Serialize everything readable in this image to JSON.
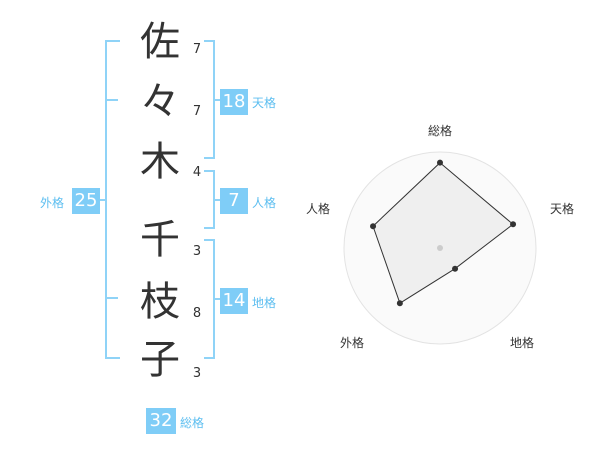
{
  "name_chars": [
    {
      "char": "佐",
      "strokes": "7"
    },
    {
      "char": "々",
      "strokes": "7"
    },
    {
      "char": "木",
      "strokes": "4"
    },
    {
      "char": "千",
      "strokes": "3"
    },
    {
      "char": "枝",
      "strokes": "8"
    },
    {
      "char": "子",
      "strokes": "3"
    }
  ],
  "kaku": {
    "tenkaku": {
      "label": "天格",
      "value": "18"
    },
    "jinkaku": {
      "label": "人格",
      "value": "7"
    },
    "chikaku": {
      "label": "地格",
      "value": "14"
    },
    "gaikaku": {
      "label": "外格",
      "value": "25"
    },
    "soukaku": {
      "label": "総格",
      "value": "32"
    }
  },
  "radar": {
    "axes": [
      "総格",
      "天格",
      "地格",
      "外格",
      "人格"
    ],
    "levels": 4,
    "values": [
      4.0,
      3.6,
      1.2,
      3.2,
      3.3
    ],
    "max": 4.5
  },
  "colors": {
    "accent": "#7fcdf7",
    "accent_text": "#5cbef0",
    "text": "#333333"
  }
}
